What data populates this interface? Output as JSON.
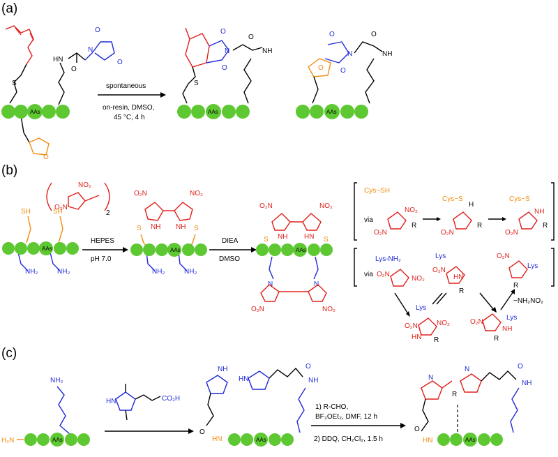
{
  "panels": {
    "a": {
      "label": "(a)",
      "conditions": [
        "spontaneous",
        "on-resin, DMSO,",
        "45 °C, 4 h"
      ],
      "atoms": {
        "S": "S",
        "HN": "HN",
        "N": "N",
        "O": "O",
        "NH": "NH",
        "AAs": "AAs"
      }
    },
    "b": {
      "label": "(b)",
      "step1": [
        "HEPES",
        "pH 7.0"
      ],
      "step2": [
        "DIEA",
        "DMSO"
      ],
      "reagent_subscript": "2",
      "mechanism": {
        "via": "via",
        "cys_sh": "Cys−SH",
        "cys_s": "Cys−S",
        "lys_nh2": "Lys-NH₂",
        "lys": "Lys",
        "byproduct": "−NH₂NO₂",
        "R": "R"
      },
      "groups": {
        "NO2": "NO₂",
        "O2N": "O₂N",
        "NH2": "NH₂",
        "SH": "SH",
        "NH": "NH",
        "HN": "HN",
        "H": "H"
      }
    },
    "c": {
      "label": "(c)",
      "reagent": "CO₂H",
      "conditions": [
        "1) R-CHO,",
        "BF₃OEt₂, DMF, 12 h",
        "2) DDQ, CH₂Cl₂, 1.5 h"
      ],
      "groups": {
        "H2N": "H₂N",
        "NH2": "NH₂",
        "HN": "HN",
        "NH": "NH",
        "N": "N",
        "O": "O",
        "R": "R"
      }
    }
  },
  "colors": {
    "bead": "#5ec832",
    "blue": "#1f2ad6",
    "red": "#e0201b",
    "orange": "#f28c10"
  }
}
